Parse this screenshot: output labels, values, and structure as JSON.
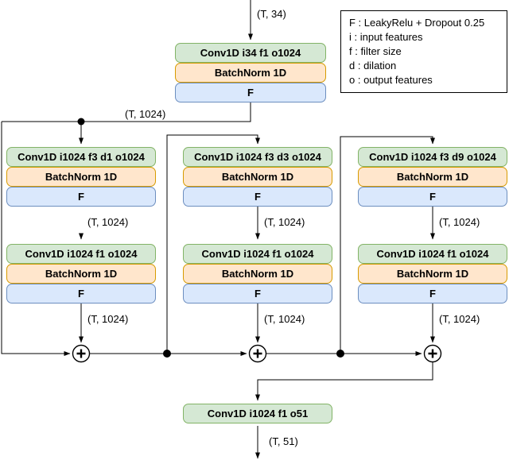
{
  "legend": {
    "lines": [
      "F : LeakyRelu + Dropout 0.25",
      "i : input features",
      "f : filter size",
      "d : dilation",
      "o : output features"
    ]
  },
  "labels": {
    "input": "(T, 34)",
    "stem_out": "(T, 1024)",
    "output": "(T, 51)"
  },
  "stem": {
    "conv": "Conv1D i34 f1 o1024",
    "bn": "BatchNorm 1D",
    "act": "F"
  },
  "branches": [
    {
      "conv1": "Conv1D i1024 f3 d1 o1024",
      "bn1": "BatchNorm 1D",
      "act1": "F",
      "label_mid": "(T, 1024)",
      "conv2": "Conv1D i1024 f1 o1024",
      "bn2": "BatchNorm 1D",
      "act2": "F",
      "label_out": "(T, 1024)"
    },
    {
      "conv1": "Conv1D i1024 f3 d3 o1024",
      "bn1": "BatchNorm 1D",
      "act1": "F",
      "label_mid": "(T, 1024)",
      "conv2": "Conv1D i1024 f1 o1024",
      "bn2": "BatchNorm 1D",
      "act2": "F",
      "label_out": "(T, 1024)"
    },
    {
      "conv1": "Conv1D i1024 f3 d9 o1024",
      "bn1": "BatchNorm 1D",
      "act1": "F",
      "label_mid": "(T, 1024)",
      "conv2": "Conv1D i1024 f1 o1024",
      "bn2": "BatchNorm 1D",
      "act2": "F",
      "label_out": "(T, 1024)"
    }
  ],
  "final": {
    "conv": "Conv1D i1024 f1 o51"
  },
  "icons": {
    "sum": "plus-in-circle",
    "junction": "filled-dot",
    "arrow": "solid-arrowhead"
  },
  "colors": {
    "conv_fill": "#d5e8d4",
    "conv_border": "#82b366",
    "bn_fill": "#ffe6cc",
    "bn_border": "#d79b00",
    "act_fill": "#dae8fc",
    "act_border": "#6c8ebf",
    "wire": "#000000",
    "background": "#ffffff"
  }
}
